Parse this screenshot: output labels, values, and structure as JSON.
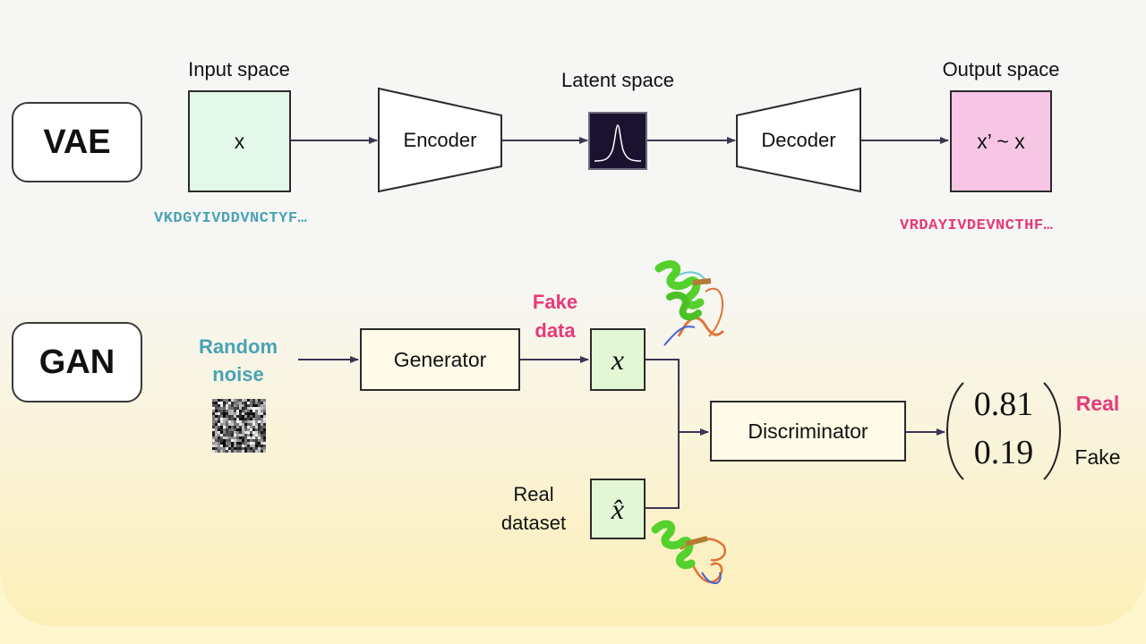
{
  "vae": {
    "badge": "VAE",
    "input_label": "Input space",
    "input_value": "x",
    "input_sequence": "VKDGYIVDDVNCTYF…",
    "encoder": "Encoder",
    "latent_label": "Latent space",
    "decoder": "Decoder",
    "output_label": "Output space",
    "output_value": "x’ ~ x",
    "output_sequence": "VRDAYIVDEVNCTHF…"
  },
  "gan": {
    "badge": "GAN",
    "noise_label_1": "Random",
    "noise_label_2": "noise",
    "generator": "Generator",
    "fake_label_1": "Fake",
    "fake_label_2": "data",
    "fake_symbol": "x",
    "real_label_1": "Real",
    "real_label_2": "dataset",
    "real_symbol": "x̂",
    "discriminator": "Discriminator",
    "prob_real": "0.81",
    "prob_fake": "0.19",
    "out_real": "Real",
    "out_fake": "Fake"
  },
  "colors": {
    "teal": "#4aa3b5",
    "pink": "#e6397a",
    "input_box": "#e3f8e8",
    "output_box": "#f6c6e4",
    "gan_box": "#fffbe8",
    "symbol_box": "#e4f7d5",
    "latent_bg": "#1b1230"
  }
}
